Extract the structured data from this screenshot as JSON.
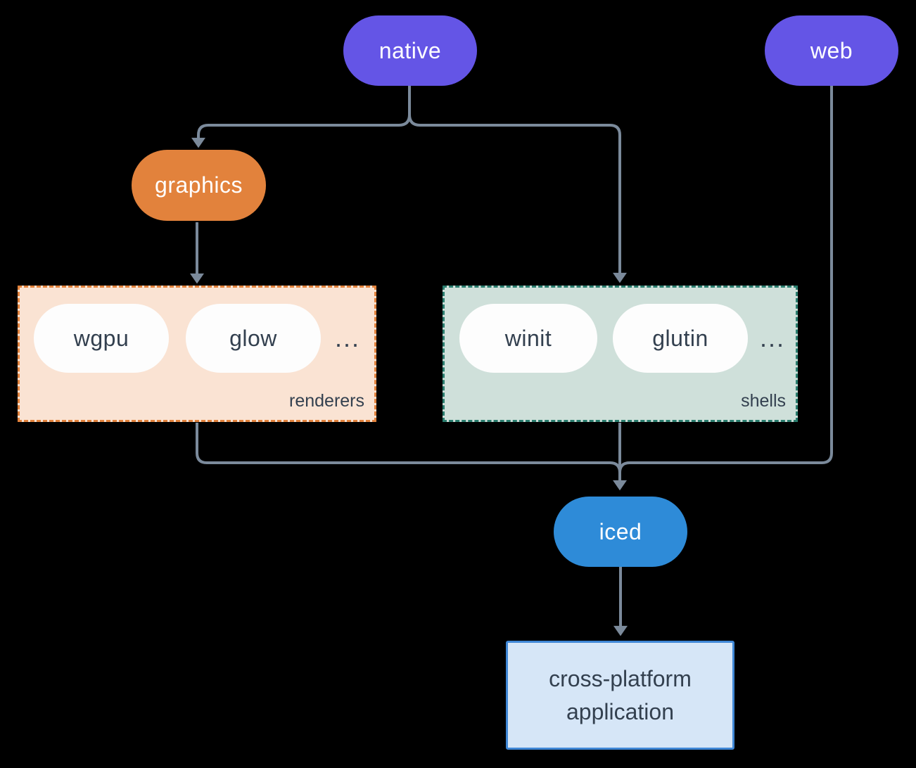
{
  "diagram": {
    "nodes": {
      "native": {
        "label": "native"
      },
      "web": {
        "label": "web"
      },
      "graphics": {
        "label": "graphics"
      },
      "iced": {
        "label": "iced"
      },
      "app": {
        "line1": "cross-platform",
        "line2": "application"
      }
    },
    "groups": {
      "renderers": {
        "label": "renderers",
        "items": [
          "wgpu",
          "glow"
        ],
        "ellipsis": "..."
      },
      "shells": {
        "label": "shells",
        "items": [
          "winit",
          "glutin"
        ],
        "ellipsis": "..."
      }
    }
  },
  "colors": {
    "purple": "#6455e6",
    "orange": "#e2823c",
    "blue": "#2e8bd8",
    "peach_bg": "#fae3d3",
    "sage_bg": "#cfe0da",
    "teal_border": "#2a7d6e",
    "app_bg": "#d6e6f7",
    "app_border": "#3f87d6",
    "edge": "#7b8a9b",
    "dark_text": "#33404f",
    "white_text": "#ffffff",
    "background": "#000000"
  }
}
